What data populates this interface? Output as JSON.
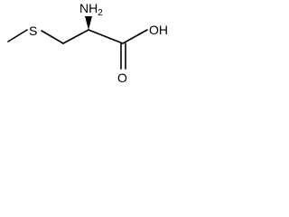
{
  "atoms": {
    "sulfur": "S",
    "amine_main": "NH",
    "amine_sub": "2",
    "hydroxyl": "OH",
    "carbonyl_oxygen": "O"
  },
  "colors": {
    "ink": "#000000",
    "background": "#ffffff"
  }
}
